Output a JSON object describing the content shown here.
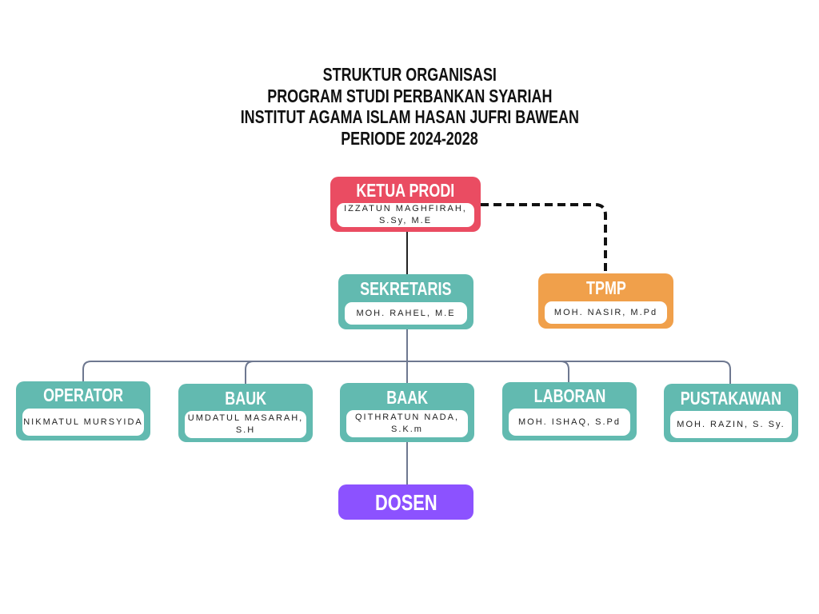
{
  "title": {
    "line1": "STRUKTUR ORGANISASI",
    "line2": "PROGRAM STUDI PERBANKAN SYARIAH",
    "line3": "INSTITUT AGAMA ISLAM HASAN JUFRI BAWEAN",
    "line4": "PERIODE 2024-2028"
  },
  "nodes": {
    "ketua": {
      "role": "KETUA PRODI",
      "name": "IZZATUN MAGHFIRAH, S.Sy, M.E"
    },
    "sekretaris": {
      "role": "SEKRETARIS",
      "name": "MOH. RAHEL, M.E"
    },
    "tpmp": {
      "role": "TPMP",
      "name": "MOH. NASIR, M.Pd"
    },
    "operator": {
      "role": "OPERATOR",
      "name": "NIKMATUL MURSYIDA"
    },
    "bauk": {
      "role": "BAUK",
      "name": "UMDATUL MASARAH, S.H"
    },
    "baak": {
      "role": "BAAK",
      "name": "QITHRATUN NADA, S.K.m"
    },
    "laboran": {
      "role": "LABORAN",
      "name": "MOH. ISHAQ, S.Pd"
    },
    "pustakawan": {
      "role": "PUSTAKAWAN",
      "name": "MOH. RAZIN, S. Sy."
    },
    "dosen": {
      "role": "DOSEN"
    }
  },
  "colors": {
    "ketua": "#ea4c62",
    "staff": "#62bab0",
    "tpmp": "#f0a04b",
    "dosen": "#8c52ff"
  }
}
